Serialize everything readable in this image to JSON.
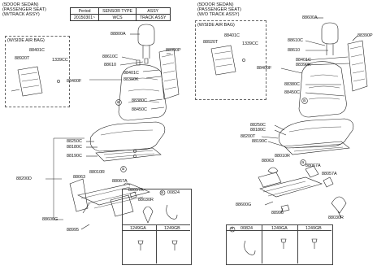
{
  "left": {
    "heading": [
      "(5DOOR SEDAN)",
      "(PASSENGER SEAT)",
      "(W/TRACK ASSY)"
    ],
    "spec_table": {
      "headers": [
        "Period",
        "SENSOR TYPE",
        "ASSY"
      ],
      "row": [
        "20150301~",
        "WCS",
        "TRACK ASSY"
      ]
    },
    "airbag_title": "(W/SIDE AIR BAG)",
    "airbag_parts": [
      "88401C",
      "88920T",
      "1339CC"
    ],
    "parts": [
      "88800A",
      "88610C",
      "88610",
      "88401C",
      "88390K",
      "88390P",
      "88400F",
      "88380C",
      "88450C",
      "88250C",
      "88180C",
      "88190C",
      "88200D",
      "88010R",
      "88063",
      "88067A",
      "88057A",
      "88030R",
      "88600G",
      "88995"
    ],
    "callouts": [
      "a",
      "a"
    ],
    "bottom_table": {
      "headers": [
        "00824",
        "1249GA",
        "1249GB"
      ],
      "badge": "a"
    }
  },
  "right": {
    "heading": [
      "(5DOOR SEDAN)",
      "(PASSENGER SEAT)",
      "(W/O TRACK ASSY)"
    ],
    "airbag_title": "(W/SIDE AIR BAG)",
    "airbag_parts": [
      "88401C",
      "88920T",
      "1339CC"
    ],
    "parts": [
      "88600A",
      "88610C",
      "88610",
      "88390P",
      "88401C",
      "88390K",
      "88400F",
      "88380C",
      "88450C",
      "88250C",
      "88180C",
      "88200T",
      "88190C",
      "88010R",
      "88063",
      "88067A",
      "88057A",
      "88600G",
      "88995",
      "88030R"
    ],
    "callouts": [
      "a",
      "a"
    ],
    "bottom_table": {
      "headers": [
        "00824",
        "1249GA",
        "1249GB"
      ],
      "badge": "a"
    }
  }
}
